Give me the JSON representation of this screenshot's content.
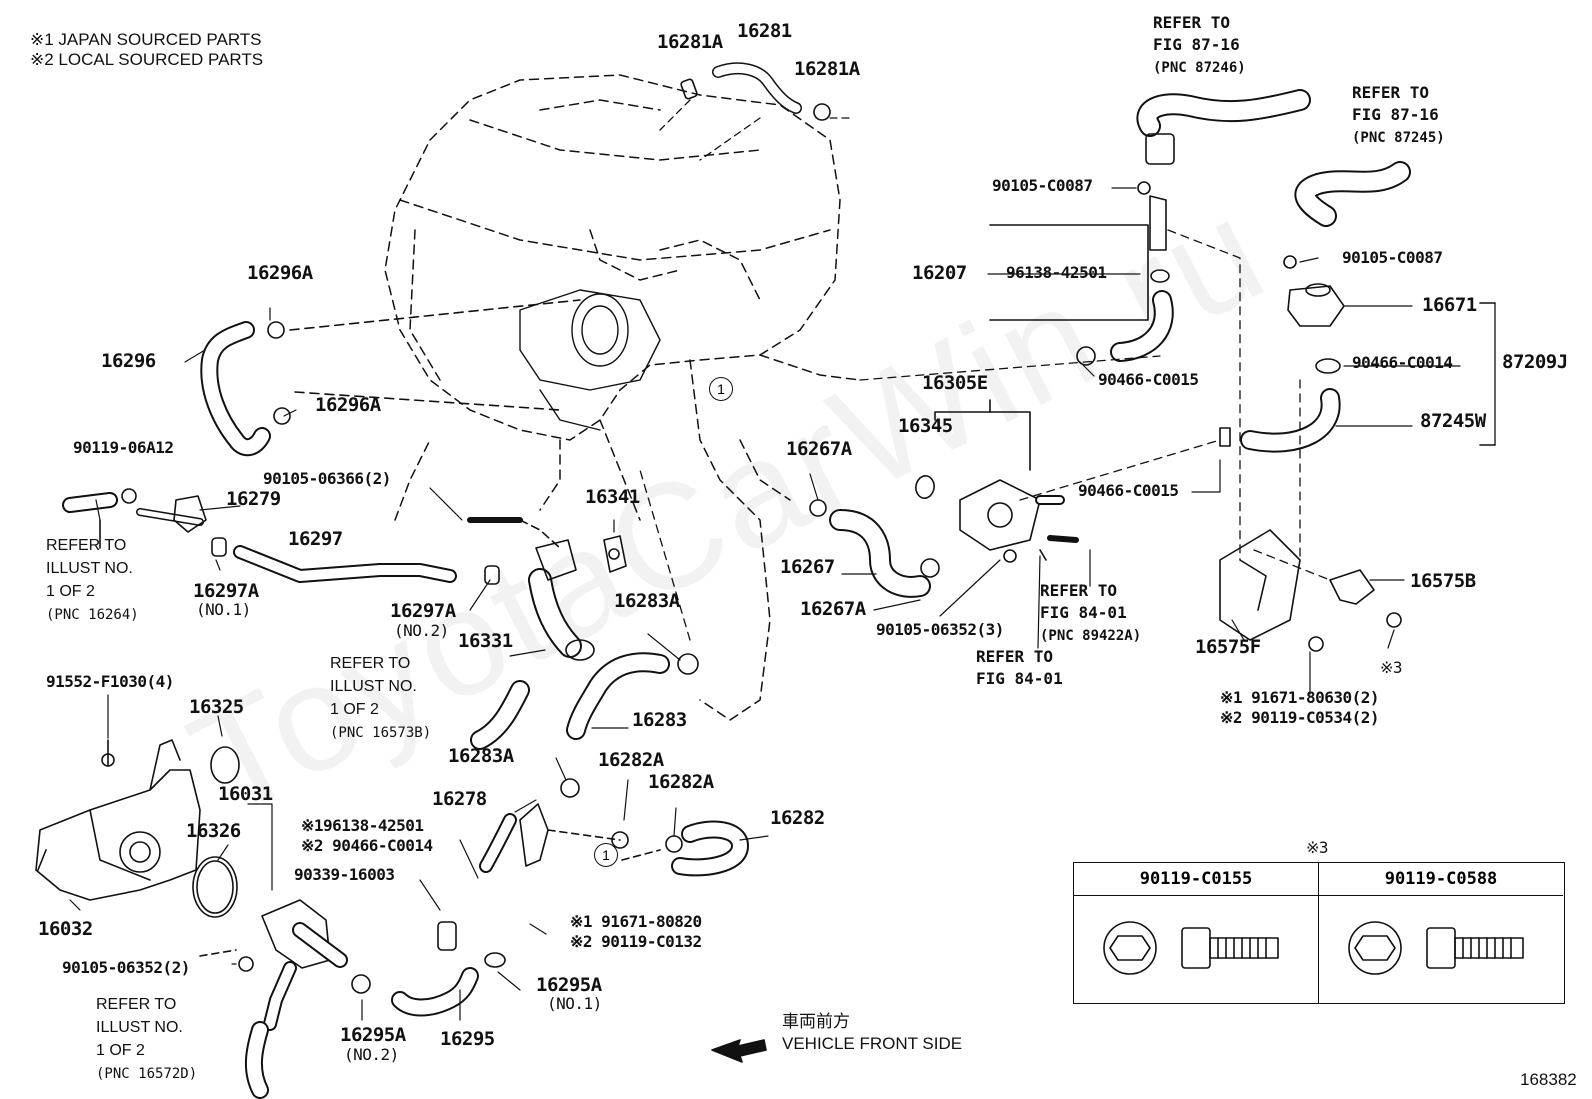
{
  "notes": {
    "n1": "※1 JAPAN SOURCED PARTS",
    "n2": "※2 LOCAL SOURCED PARTS"
  },
  "watermark": "ToyotaCarWin.ru",
  "illustration_number": "168382",
  "front_direction": {
    "ja": "車両前方",
    "en": "VEHICLE FRONT SIDE"
  },
  "callout_symbol": "1",
  "table": {
    "title": "※3",
    "col1": "90119-C0155",
    "col2": "90119-C0588"
  },
  "refs": {
    "r1": {
      "l1": "REFER TO",
      "l2": "FIG 87-16",
      "l3": "(PNC 87246)"
    },
    "r2": {
      "l1": "REFER TO",
      "l2": "FIG 87-16",
      "l3": "(PNC 87245)"
    },
    "r3": {
      "l1": "REFER TO",
      "l2": "ILLUST NO.",
      "l3": "1 OF 2",
      "l4": "(PNC 16264)"
    },
    "r4": {
      "l1": "REFER TO",
      "l2": "ILLUST NO.",
      "l3": "1 OF 2",
      "l4": "(PNC 16573B)"
    },
    "r5": {
      "l1": "REFER TO",
      "l2": "ILLUST NO.",
      "l3": "1 OF 2",
      "l4": "(PNC 16572D)"
    },
    "r6": {
      "l1": "REFER TO",
      "l2": "FIG 84-01",
      "l3": "(PNC 89422A)"
    },
    "r7": {
      "l1": "REFER TO",
      "l2": "FIG 84-01"
    }
  },
  "parts": {
    "p16281A_a": "16281A",
    "p16281": "16281",
    "p16281A_b": "16281A",
    "p16296A_a": "16296A",
    "p16296": "16296",
    "p16296A_b": "16296A",
    "p90119_06A12": "90119-06A12",
    "p16279": "16279",
    "p90105_06366": "90105-06366(2)",
    "p16297": "16297",
    "p16297A_1": "16297A",
    "p16297A_1n": "(NO.1)",
    "p16297A_2": "16297A",
    "p16297A_2n": "(NO.2)",
    "p16331": "16331",
    "p16341": "16341",
    "p16283A_a": "16283A",
    "p16283": "16283",
    "p16283A_b": "16283A",
    "p16282A_a": "16282A",
    "p16282A_b": "16282A",
    "p16282": "16282",
    "p16278": "16278",
    "p96138_1": "※196138-42501",
    "p90466_C0014a": "※2 90466-C0014",
    "p90339": "90339-16003",
    "p91671_80820": "※1 91671-80820",
    "p90119_C0132": "※2 90119-C0132",
    "p16295A_1": "16295A",
    "p16295A_1n": "(NO.1)",
    "p16295A_2": "16295A",
    "p16295A_2n": "(NO.2)",
    "p16295": "16295",
    "p91552": "91552-F1030(4)",
    "p16325": "16325",
    "p16031": "16031",
    "p16326": "16326",
    "p16032": "16032",
    "p90105_06352_2": "90105-06352(2)",
    "p90105_C0087a": "90105-C0087",
    "p16207": "16207",
    "p96138_42501": "96138-42501",
    "p90466_C0015a": "90466-C0015",
    "p16305E": "16305E",
    "p16345": "16345",
    "p16267A_a": "16267A",
    "p16267": "16267",
    "p16267A_b": "16267A",
    "p90105_06352_3": "90105-06352(3)",
    "p90105_C0087b": "90105-C0087",
    "p16671": "16671",
    "p90466_C0014b": "90466-C0014",
    "p87209J": "87209J",
    "p87245W": "87245W",
    "p90466_C0015b": "90466-C0015",
    "p16575B": "16575B",
    "p16575F": "16575F",
    "pnote3": "※3",
    "p91671_80630": "※1 91671-80630(2)",
    "p90119_C0534": "※2 90119-C0534(2)"
  }
}
